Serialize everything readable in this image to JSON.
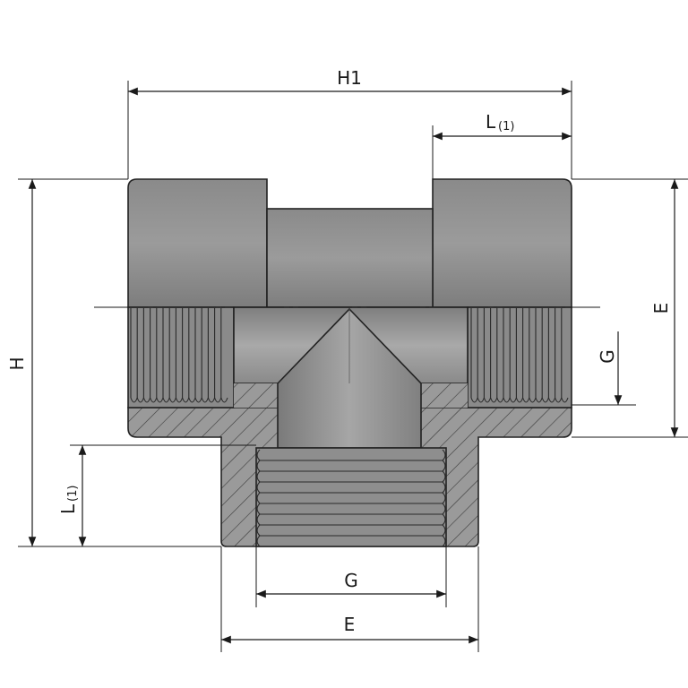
{
  "drawing": {
    "subject": "threaded tee fitting cross-section",
    "colors": {
      "body": "#8c8c8c",
      "body_dark": "#6e6e6e",
      "bore": "#a8a8a8",
      "section": "#9a9a9a",
      "line": "#1a1a1a"
    },
    "dimensions": {
      "h1": "H1",
      "l1_top": "L",
      "l1_top_sub": "(1)",
      "e_right": "E",
      "g_right": "G",
      "h_left": "H",
      "l1_left": "L",
      "l1_left_sub": "(1)",
      "g_bottom": "G",
      "e_bottom": "E"
    }
  }
}
